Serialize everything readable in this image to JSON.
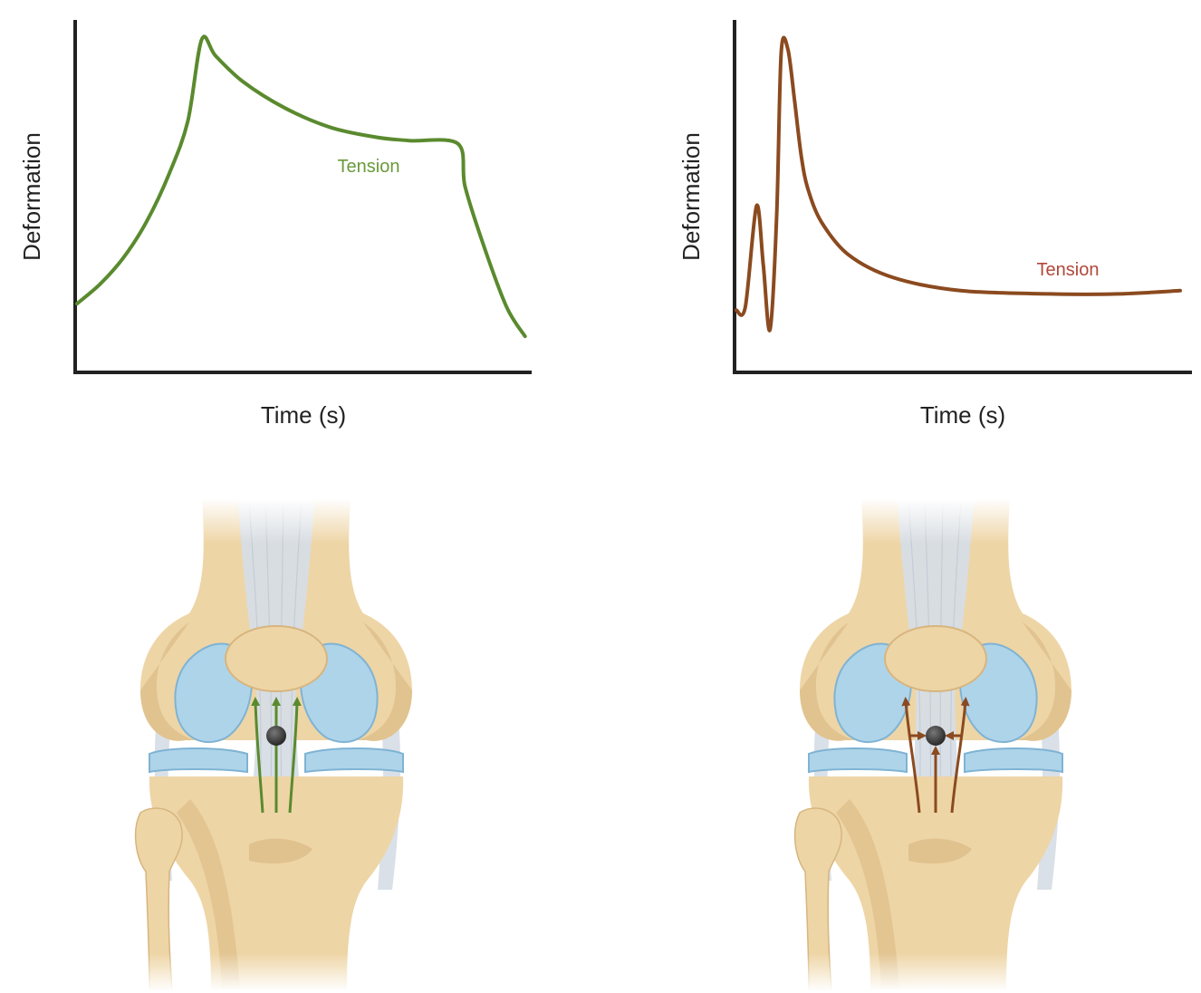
{
  "colors": {
    "tension_green": "#5a8a2e",
    "tension_label_green": "#6a9a3c",
    "tension_brown": "#8b4a1f",
    "tension_label_red": "#b0483a",
    "axis": "#222222",
    "bone": "#eed5a6",
    "bone_shadow": "#d7b57e",
    "meniscus": "#aed4ea",
    "meniscus_edge": "#7fb3d3",
    "ligament": "#d6dde5",
    "nucleus": "#3a3a3a"
  },
  "chart_data": [
    {
      "type": "line",
      "xlabel": "Time (s)",
      "ylabel": "Deformation",
      "grid": false,
      "ticks": "none",
      "series": [
        {
          "name": "Tension",
          "color": "#5a8a2e",
          "x": [
            0.0,
            0.05,
            0.1,
            0.15,
            0.2,
            0.24,
            0.27,
            0.3,
            0.36,
            0.45,
            0.55,
            0.65,
            0.72,
            0.825,
            0.84,
            0.88,
            0.93,
            0.97
          ],
          "y": [
            0.18,
            0.24,
            0.32,
            0.43,
            0.58,
            0.74,
            0.99,
            0.94,
            0.86,
            0.78,
            0.72,
            0.69,
            0.68,
            0.67,
            0.54,
            0.36,
            0.17,
            0.08
          ]
        }
      ]
    },
    {
      "type": "line",
      "xlabel": "Time (s)",
      "ylabel": "Deformation",
      "grid": false,
      "ticks": "none",
      "series": [
        {
          "name": "Tension",
          "color": "#8b4a1f",
          "x": [
            0.0,
            0.02,
            0.045,
            0.06,
            0.075,
            0.09,
            0.1,
            0.115,
            0.13,
            0.145,
            0.16,
            0.19,
            0.25,
            0.35,
            0.5,
            0.7,
            0.85,
            0.99
          ],
          "y": [
            0.16,
            0.17,
            0.48,
            0.3,
            0.1,
            0.45,
            0.95,
            0.96,
            0.8,
            0.63,
            0.53,
            0.43,
            0.33,
            0.26,
            0.22,
            0.21,
            0.21,
            0.22
          ]
        }
      ]
    }
  ],
  "annotations": {
    "left_series_label": "Tension",
    "right_series_label": "Tension"
  },
  "illustrations": {
    "left_knee": {
      "arrow_pattern": "parallel-up",
      "arrow_color": "#5a8a2e"
    },
    "right_knee": {
      "arrow_pattern": "diverging-with-inward-compression",
      "arrow_color": "#8b4a1f"
    }
  }
}
